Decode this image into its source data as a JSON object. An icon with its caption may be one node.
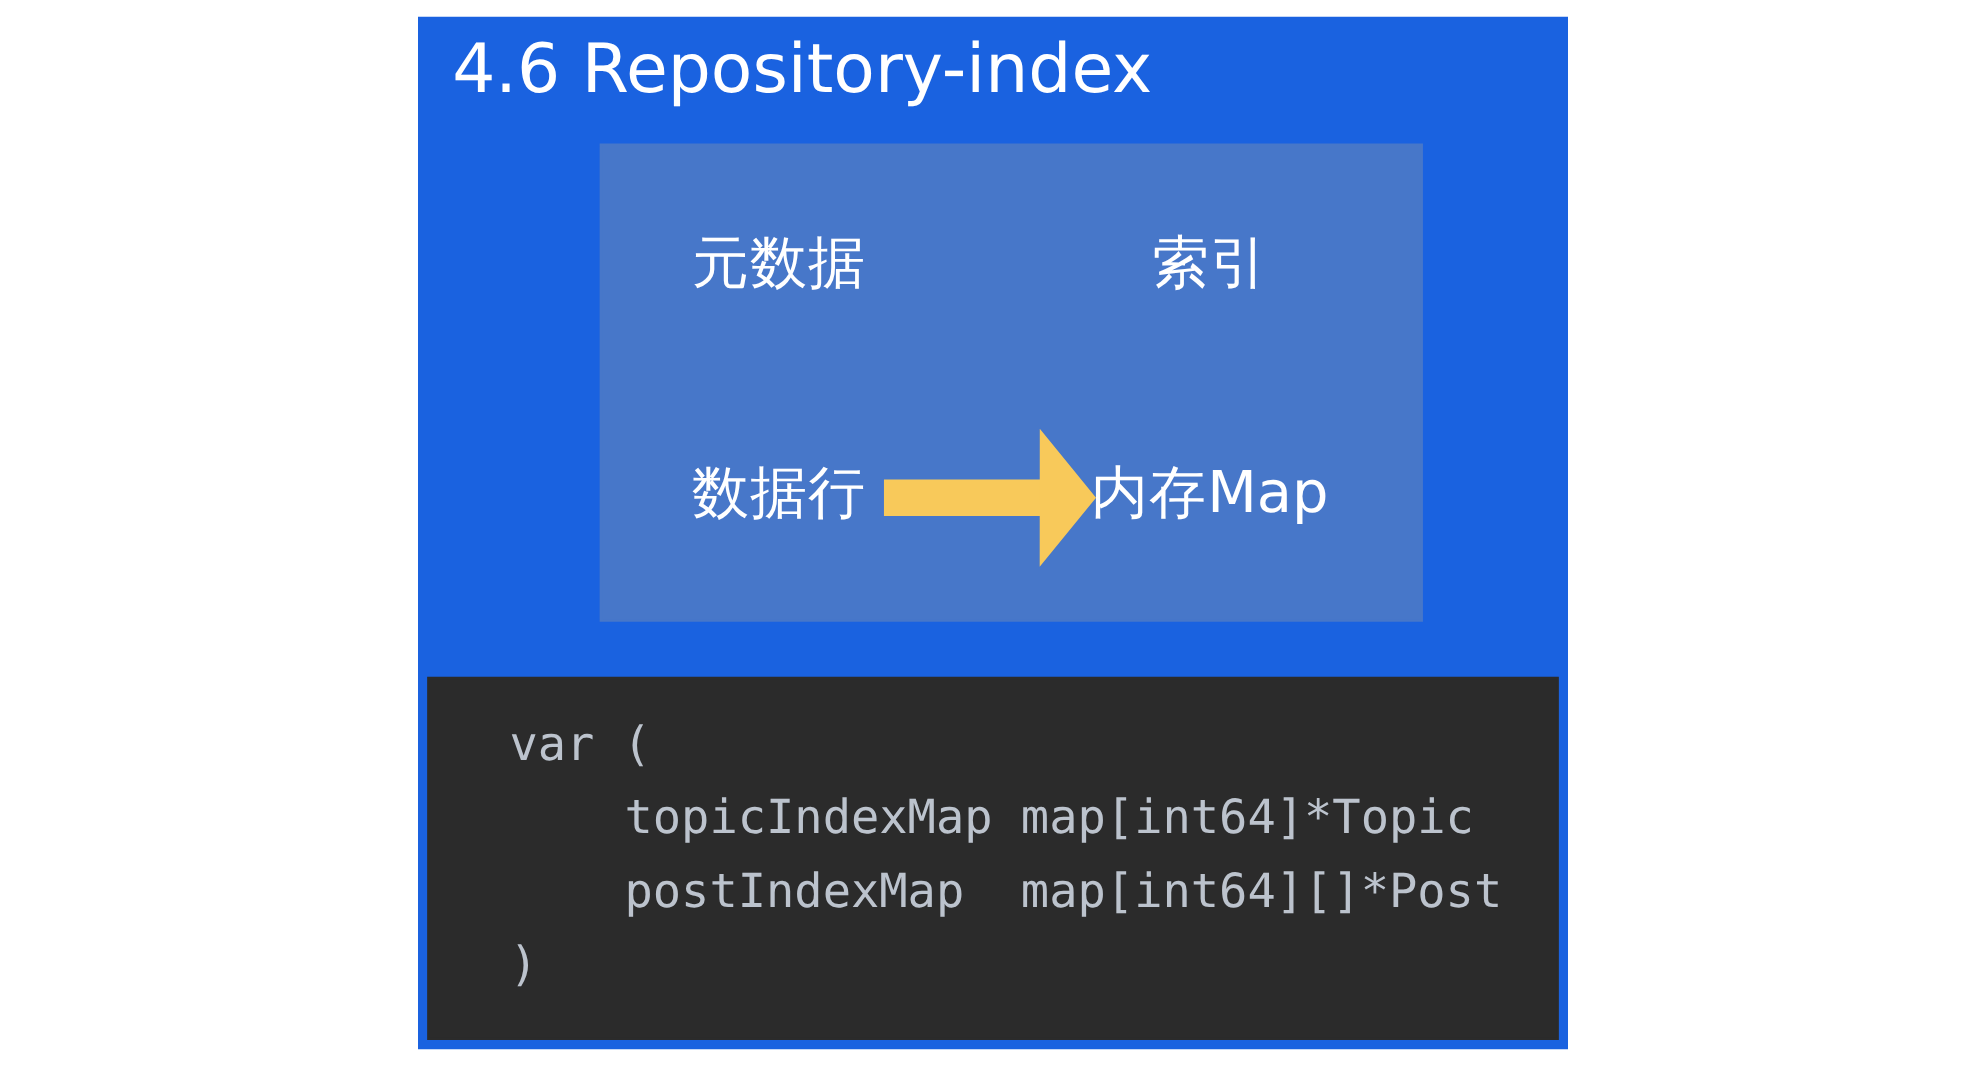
{
  "diagram": {
    "title": "4.6 Repository-index",
    "nodes": [
      {
        "text": [],
        "shape": "box"
      },
      {
        "text": [
          "元数据"
        ],
        "in": 0
      },
      {
        "text": [
          "索引"
        ],
        "in": 0
      },
      {
        "text": [
          "数据行"
        ],
        "in": 0
      },
      {
        "text": [
          "内存Map"
        ],
        "in": 0
      },
      {
        "text": [
          "var (",
          "topicIndexMap map[int64]*Topic",
          "postIndexMap  map[int64][]*Post",
          ")"
        ]
      }
    ],
    "edges": [
      {
        "from": 3,
        "to": 4,
        "arrow": "to",
        "color": "#f8c95a"
      }
    ]
  }
}
